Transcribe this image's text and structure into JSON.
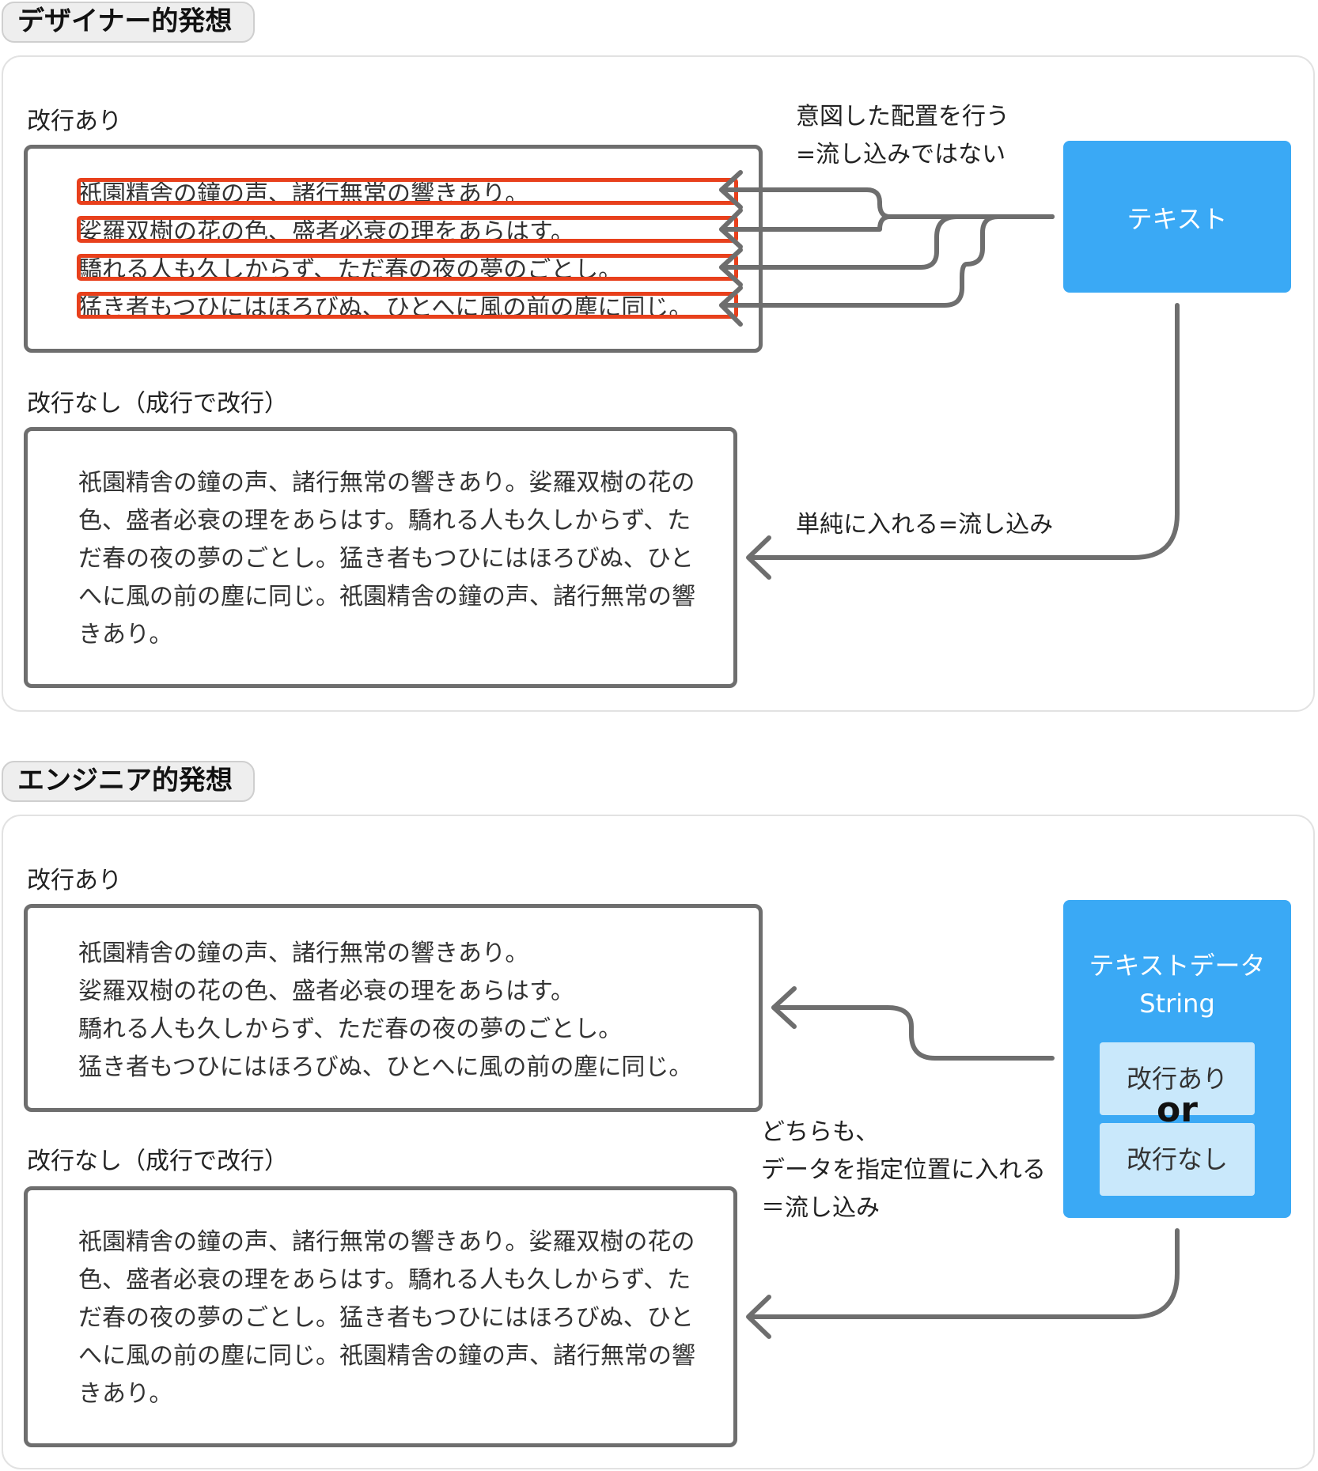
{
  "designer": {
    "title": "デザイナー的発想",
    "with_break_label": "改行あり",
    "without_break_label": "改行なし（成行で改行）",
    "lines": [
      "祇園精舎の鐘の声、諸行無常の響きあり。",
      "娑羅双樹の花の色、盛者必衰の理をあらはす。",
      "驕れる人も久しからず、ただ春の夜の夢のごとし。",
      "猛き者もつひにはほろびぬ、ひとへに風の前の塵に同じ。"
    ],
    "flow_lines": [
      "祇園精舎の鐘の声、諸行無常の響きあり。娑羅双樹の花の",
      "色、盛者必衰の理をあらはす。驕れる人も久しからず、た",
      "だ春の夜の夢のごとし。猛き者もつひにはほろびぬ、ひと",
      "へに風の前の塵に同じ。祇園精舎の鐘の声、諸行無常の響",
      "きあり。"
    ],
    "note_top_1": "意図した配置を行う",
    "note_top_2": "=流し込みではない",
    "note_bottom": "単純に入れる=流し込み",
    "source_label": "テキスト"
  },
  "engineer": {
    "title": "エンジニア的発想",
    "with_break_label": "改行あり",
    "without_break_label": "改行なし（成行で改行）",
    "lines": [
      "祇園精舎の鐘の声、諸行無常の響きあり。",
      "娑羅双樹の花の色、盛者必衰の理をあらはす。",
      "驕れる人も久しからず、ただ春の夜の夢のごとし。",
      "猛き者もつひにはほろびぬ、ひとへに風の前の塵に同じ。"
    ],
    "flow_lines": [
      "祇園精舎の鐘の声、諸行無常の響きあり。娑羅双樹の花の",
      "色、盛者必衰の理をあらはす。驕れる人も久しからず、た",
      "だ春の夜の夢のごとし。猛き者もつひにはほろびぬ、ひと",
      "へに風の前の塵に同じ。祇園精舎の鐘の声、諸行無常の響",
      "きあり。"
    ],
    "note_1": "どちらも、",
    "note_2": "データを指定位置に入れる",
    "note_3": "＝流し込み",
    "source_title": "テキストデータ",
    "source_type": "String",
    "option_a": "改行あり",
    "or_label": "or",
    "option_b": "改行なし"
  },
  "colors": {
    "blue": "#3aa9f5",
    "light_blue": "#c9e8fb",
    "red": "#e8401c",
    "line": "#6e6e6e"
  }
}
